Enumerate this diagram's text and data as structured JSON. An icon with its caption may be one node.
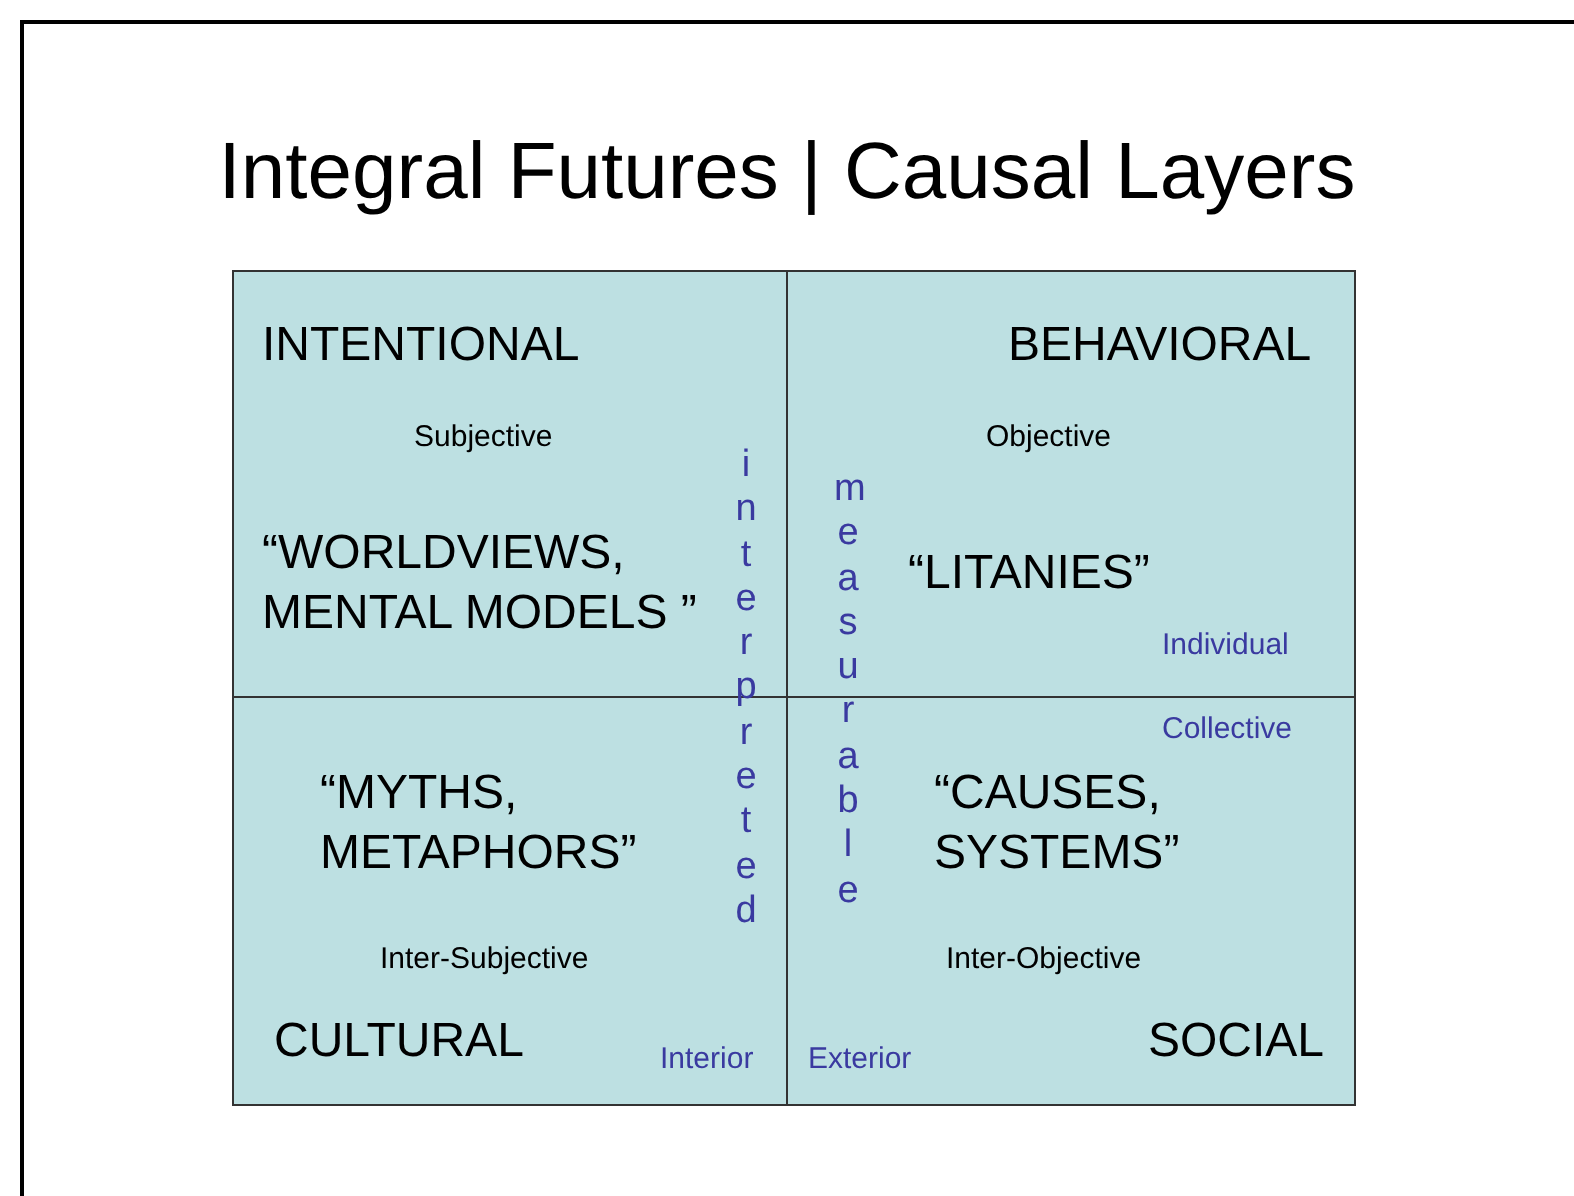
{
  "diagram": {
    "title": "Integral Futures | Causal Layers",
    "nodes": [
      {
        "text": [
          "INTENTIONAL",
          "Subjective",
          "“WORLDVIEWS, MENTAL MODELS ”"
        ]
      },
      {
        "text": [
          "BEHAVIORAL",
          "Objective",
          "“LITANIES”"
        ]
      },
      {
        "text": [
          "“MYTHS, METAPHORS”",
          "Inter-Subjective",
          "CULTURAL"
        ]
      },
      {
        "text": [
          "“CAUSES, SYSTEMS”",
          "Inter-Objective",
          "SOCIAL"
        ]
      }
    ],
    "edges": [],
    "labels": [
      "interpreted",
      "measurable",
      "Individual",
      "Collective",
      "Interior",
      "Exterior"
    ]
  }
}
